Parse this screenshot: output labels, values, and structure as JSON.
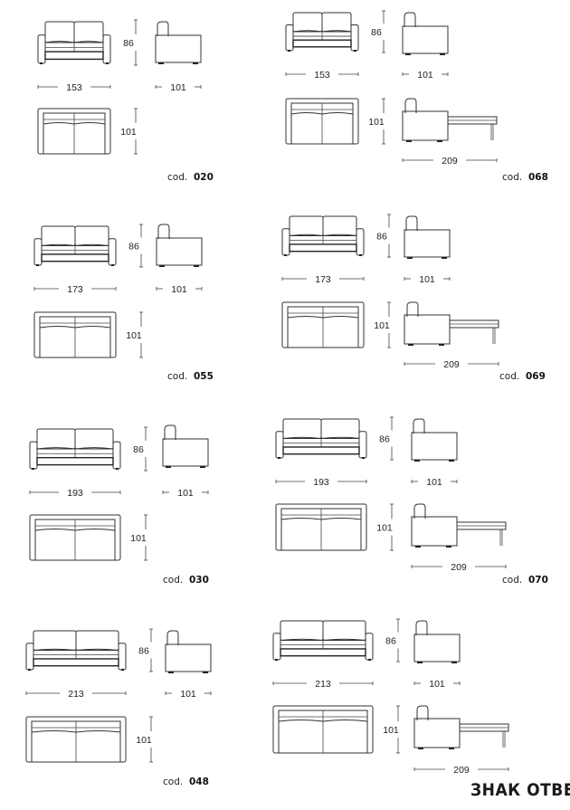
{
  "models": [
    {
      "code_prefix": "cod.",
      "code": "020",
      "width": "153",
      "height": "86",
      "depth": "101",
      "open_depth": ""
    },
    {
      "code_prefix": "cod.",
      "code": "068",
      "width": "153",
      "height": "86",
      "depth": "101",
      "open_depth": "209"
    },
    {
      "code_prefix": "cod.",
      "code": "055",
      "width": "173",
      "height": "86",
      "depth": "101",
      "open_depth": ""
    },
    {
      "code_prefix": "cod.",
      "code": "069",
      "width": "173",
      "height": "86",
      "depth": "101",
      "open_depth": "209"
    },
    {
      "code_prefix": "cod.",
      "code": "030",
      "width": "193",
      "height": "86",
      "depth": "101",
      "open_depth": ""
    },
    {
      "code_prefix": "cod.",
      "code": "070",
      "width": "193",
      "height": "86",
      "depth": "101",
      "open_depth": "209"
    },
    {
      "code_prefix": "cod.",
      "code": "048",
      "width": "213",
      "height": "86",
      "depth": "101",
      "open_depth": ""
    },
    {
      "code_prefix": "",
      "code": "",
      "width": "213",
      "height": "86",
      "depth": "101",
      "open_depth": "209"
    }
  ],
  "watermark": "ЗНАК ОТВЕТА"
}
